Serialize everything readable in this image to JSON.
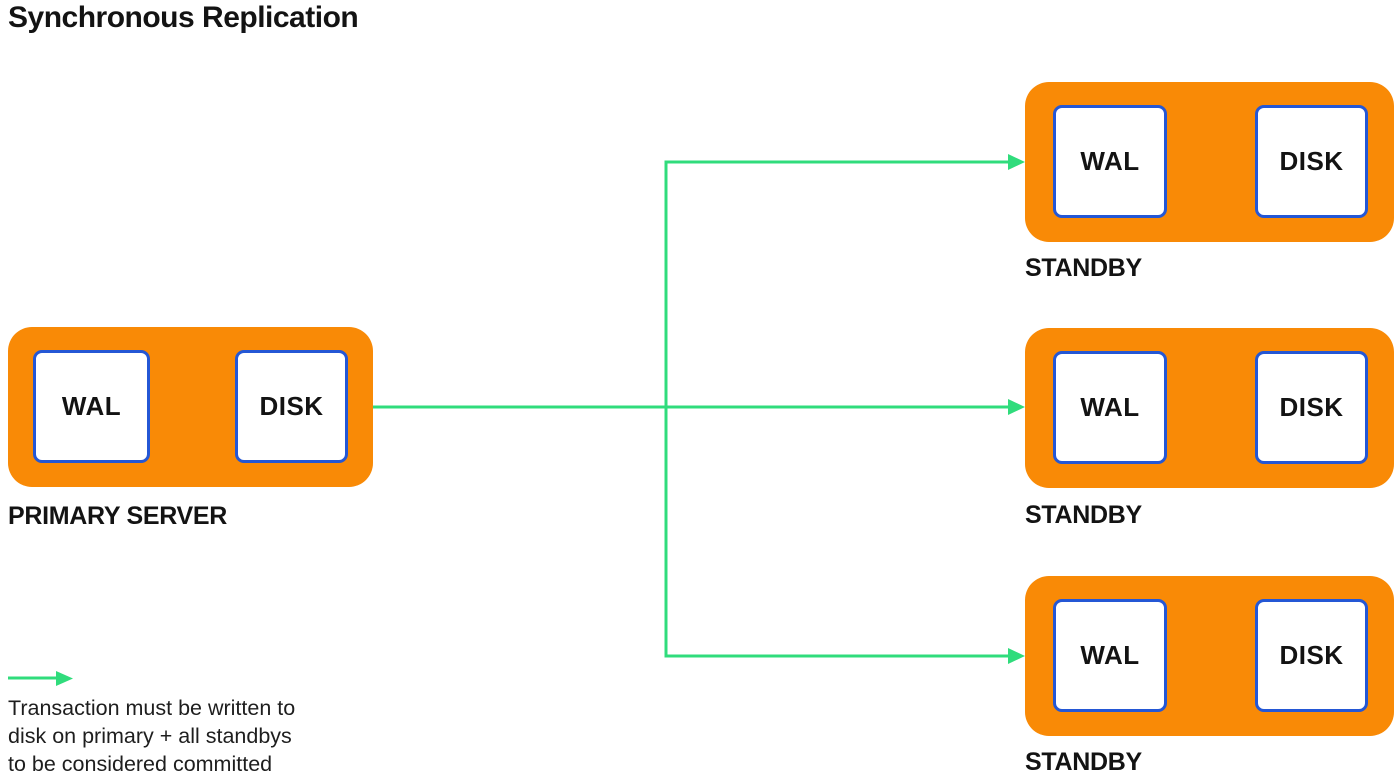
{
  "title": "Synchronous Replication",
  "colors": {
    "orange": "#F98A06",
    "green": "#30DC7C",
    "blue": "#2457D5",
    "ink": "#131313"
  },
  "primary": {
    "label": "PRIMARY SERVER",
    "wal_label": "WAL",
    "disk_label": "DISK"
  },
  "standbys": [
    {
      "label": "STANDBY",
      "wal_label": "WAL",
      "disk_label": "DISK"
    },
    {
      "label": "STANDBY",
      "wal_label": "WAL",
      "disk_label": "DISK"
    },
    {
      "label": "STANDBY",
      "wal_label": "WAL",
      "disk_label": "DISK"
    }
  ],
  "legend": {
    "lines": [
      "Transaction must be written to",
      "disk on primary + all standbys",
      "to be considered committed"
    ]
  }
}
